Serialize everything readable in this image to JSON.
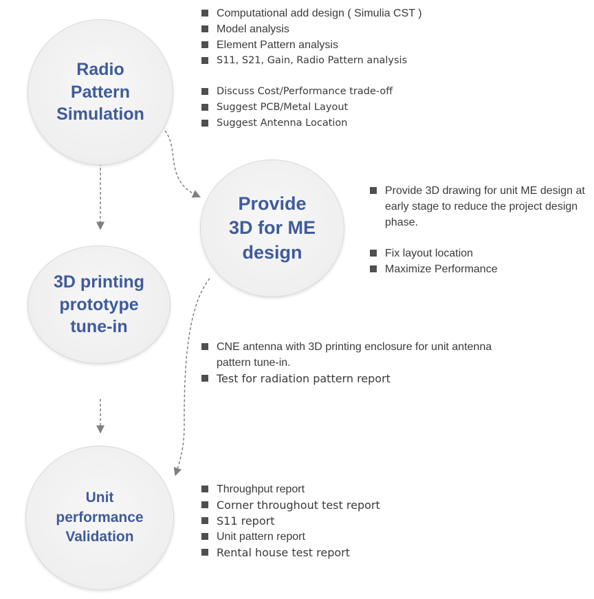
{
  "nodes": {
    "radio": {
      "lines": [
        "Radio",
        "Pattern",
        "Simulation"
      ]
    },
    "provide": {
      "lines": [
        "Provide",
        "3D for ME",
        "design"
      ],
      "accent_word": "for"
    },
    "printing": {
      "lines": [
        "3D printing",
        "prototype",
        "tune-in"
      ]
    },
    "unit": {
      "lines": [
        "Unit",
        "performance",
        "Validation"
      ]
    }
  },
  "bullets": {
    "radio": [
      "Computational add design ( Simulia CST )",
      "Model analysis",
      "Element Pattern analysis",
      "S11, S21, Gain, Radio Pattern analysis",
      "Discuss Cost/Performance trade-off",
      "Suggest PCB/Metal Layout",
      "Suggest Antenna Location"
    ],
    "provide": [
      "Provide 3D drawing for unit ME design at early stage to reduce the project design phase.",
      "Fix layout location",
      "Maximize Performance"
    ],
    "printing": [
      "CNE antenna with 3D printing enclosure for unit antenna pattern tune-in.",
      "Test for radiation pattern report"
    ],
    "unit": [
      "Throughput report",
      "Corner throughout test report",
      "S11 report",
      "Unit pattern report",
      "Rental house test report"
    ]
  },
  "colors": {
    "title_blue": "#3e5b9c",
    "title_light": "#6d8cd0",
    "bullet": "#4f4f4f",
    "arrow": "#808080"
  }
}
